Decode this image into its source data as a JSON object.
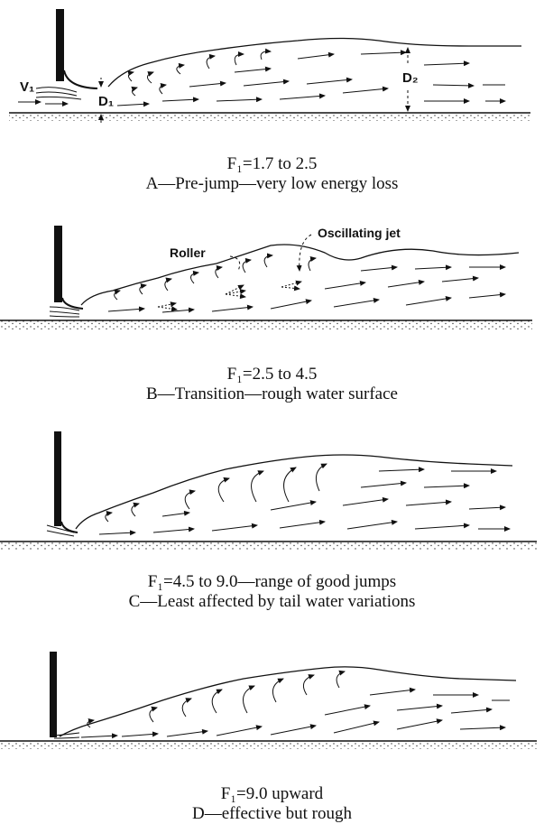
{
  "panels": [
    {
      "id": "A",
      "caption_line1": "F₁=1.7 to 2.5",
      "caption_line2": "A—Pre-jump—very low energy loss",
      "labels": {
        "v1": "V₁",
        "d1": "D₁",
        "d2": "D₂"
      }
    },
    {
      "id": "B",
      "caption_line1": "F₁=2.5 to 4.5",
      "caption_line2": "B—Transition—rough water surface",
      "labels": {
        "roller": "Roller",
        "oscillating": "Oscillating jet"
      }
    },
    {
      "id": "C",
      "caption_line1": "F₁=4.5 to 9.0—range of good jumps",
      "caption_line2": "C—Least affected by tail water variations"
    },
    {
      "id": "D",
      "caption_line1": "F₁=9.0 upward",
      "caption_line2": "D—effective but rough"
    }
  ]
}
